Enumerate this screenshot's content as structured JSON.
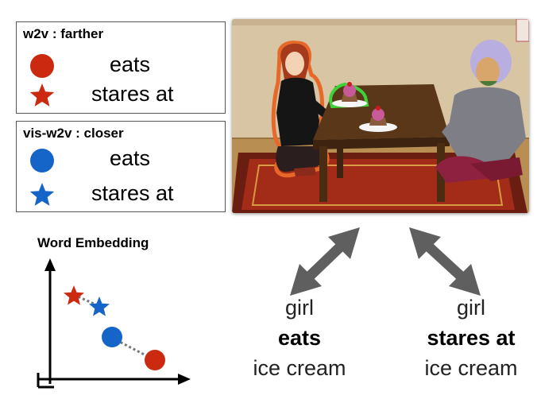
{
  "legend_w2v": {
    "title": "w2v : farther",
    "color": "#cc2a10",
    "items": [
      {
        "icon": "circle",
        "label": "eats"
      },
      {
        "icon": "star",
        "label": "stares at"
      }
    ]
  },
  "legend_vis": {
    "title": "vis-w2v : closer",
    "color": "#1565c8",
    "items": [
      {
        "icon": "circle",
        "label": "eats"
      },
      {
        "icon": "star",
        "label": "stares at"
      }
    ]
  },
  "embedding": {
    "title": "Word Embedding"
  },
  "captions": {
    "left": {
      "subject": "girl",
      "relation": "eats",
      "object": "ice cream"
    },
    "right": {
      "subject": "girl",
      "relation": "stares at",
      "object": "ice cream"
    }
  },
  "colors": {
    "red": "#cc2a10",
    "blue": "#1565c8",
    "arrow": "#5f5f5f",
    "highlight_girl": "#e8682a",
    "highlight_icecream": "#3fd13a"
  }
}
